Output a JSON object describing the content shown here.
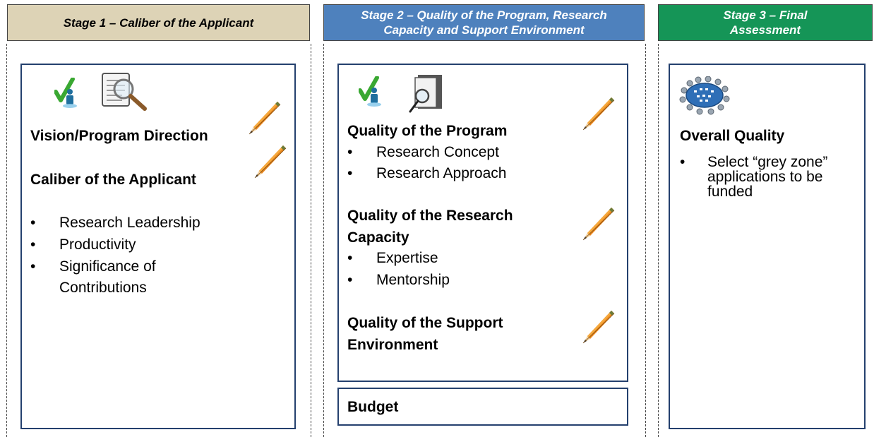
{
  "stage1": {
    "header": "Stage 1 – Caliber of the Applicant",
    "header_bg": "#ddd3b6",
    "sections": {
      "vision": "Vision/Program Direction",
      "caliber": "Caliber of the Applicant"
    },
    "bullets": [
      "Research Leadership",
      "Productivity",
      "Significance of",
      "Contributions"
    ]
  },
  "stage2": {
    "header_line1": "Stage 2 – Quality of the Program, Research",
    "header_line2": "Capacity and Support Environment",
    "header_bg": "#4e81bd",
    "program": {
      "title": "Quality of the Program",
      "bullets": [
        "Research Concept",
        "Research Approach"
      ]
    },
    "capacity": {
      "title_line1": "Quality of the Research",
      "title_line2": "Capacity",
      "bullets": [
        "Expertise",
        "Mentorship"
      ]
    },
    "support": {
      "title_line1": "Quality of the Support",
      "title_line2": "Environment"
    },
    "budget": "Budget"
  },
  "stage3": {
    "header_line1": "Stage 3 – Final",
    "header_line2": "Assessment",
    "header_bg": "#159557",
    "section": "Overall Quality",
    "bullet_lines": [
      "Select “grey zone”",
      "applications to be",
      "funded"
    ]
  },
  "bullet_char": "•",
  "icons": [
    "checkmark-person-icon",
    "document-magnifier-icon",
    "pencil-icon",
    "meeting-table-icon"
  ],
  "colors": {
    "box_border": "#24406e",
    "stage2_text": "#ffffff",
    "stage3_text": "#ffffff"
  }
}
